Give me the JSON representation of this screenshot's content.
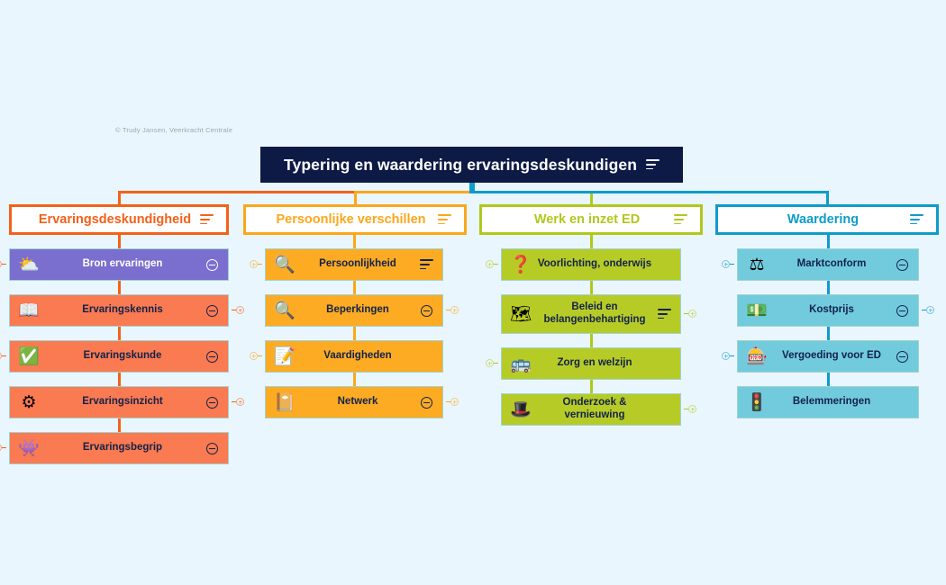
{
  "credit": "© Trudy Jansen, Veerkracht Centrale",
  "title": {
    "text": "Typering en waardering ervaringsdeskundigen",
    "icon": "lines-icon",
    "bg": "#0d1a46",
    "color": "#ffffff"
  },
  "colors": {
    "background": "#eaf6fd",
    "col1": "#f4611a",
    "col2": "#fba71b",
    "col3": "#b0c81d",
    "col4": "#0e9cc9",
    "node_salmon": "#fa7a51",
    "node_purple": "#7a6fce",
    "node_amber": "#fcab23",
    "node_olive": "#b7cb27",
    "node_cyan": "#71cbdd",
    "node_border": "#9fd3d2",
    "text_dark": "#12224a"
  },
  "columns": [
    {
      "id": "ervaringsdeskundigheid",
      "header": {
        "label": "Ervaringsdeskundigheid",
        "icon": "lines-icon"
      },
      "accent": "#f4611a",
      "nodes": [
        {
          "label": "Bron ervaringen",
          "icon": "weather-sun-cloud-icon",
          "glyph": "⛅",
          "fill": "#7a6fce",
          "text": "light",
          "end_icon": "collapse-minus-icon",
          "handle_left": true,
          "handle_right": false
        },
        {
          "label": "Ervaringskennis",
          "icon": "open-book-icon",
          "glyph": "📖",
          "fill": "#fa7a51",
          "text": "dark",
          "end_icon": "collapse-minus-icon",
          "handle_left": false,
          "handle_right": true
        },
        {
          "label": "Ervaringskunde",
          "icon": "green-check-badge-icon",
          "glyph": "✅",
          "fill": "#fa7a51",
          "text": "dark",
          "end_icon": "collapse-minus-icon",
          "handle_left": true,
          "handle_right": false
        },
        {
          "label": "Ervaringsinzicht",
          "icon": "gears-icon",
          "glyph": "⚙",
          "fill": "#fa7a51",
          "text": "dark",
          "end_icon": "collapse-minus-icon",
          "handle_left": false,
          "handle_right": true
        },
        {
          "label": "Ervaringsbegrip",
          "icon": "pacman-ghost-icon",
          "glyph": "👾",
          "fill": "#fa7a51",
          "text": "dark",
          "end_icon": "collapse-minus-icon",
          "handle_left": true,
          "handle_right": false
        }
      ]
    },
    {
      "id": "persoonlijke-verschillen",
      "header": {
        "label": "Persoonlijke verschillen",
        "icon": "lines-icon"
      },
      "accent": "#fba71b",
      "nodes": [
        {
          "label": "Persoonlijkheid",
          "icon": "fingerprint-icon",
          "glyph": "🔍",
          "fill": "#fcab23",
          "text": "dark",
          "end_icon": "lines-icon",
          "handle_left": true,
          "handle_right": false
        },
        {
          "label": "Beperkingen",
          "icon": "fingerprint-icon",
          "glyph": "🔍",
          "fill": "#fcab23",
          "text": "dark",
          "end_icon": "collapse-minus-icon",
          "handle_left": false,
          "handle_right": true
        },
        {
          "label": "Vaardigheden",
          "icon": "notepad-pencil-icon",
          "glyph": "📝",
          "fill": "#fcab23",
          "text": "dark",
          "end_icon": "none",
          "handle_left": true,
          "handle_right": false
        },
        {
          "label": "Netwerk",
          "icon": "address-book-icon",
          "glyph": "📔",
          "fill": "#fcab23",
          "text": "dark",
          "end_icon": "collapse-minus-icon",
          "handle_left": false,
          "handle_right": true
        }
      ]
    },
    {
      "id": "werk-en-inzet-ed",
      "header": {
        "label": "Werk en inzet ED",
        "icon": "lines-icon"
      },
      "accent": "#b0c81d",
      "nodes": [
        {
          "label": "Voorlichting, onderwijs",
          "icon": "question-bubble-icon",
          "glyph": "❓",
          "fill": "#b7cb27",
          "text": "dark",
          "end_icon": "none",
          "handle_left": true,
          "handle_right": false
        },
        {
          "label": "Beleid en belangenbehartiging",
          "icon": "map-icon",
          "glyph": "🗺",
          "fill": "#b7cb27",
          "text": "dark",
          "end_icon": "lines-icon",
          "handle_left": false,
          "handle_right": true,
          "two_line": true
        },
        {
          "label": "Zorg en welzijn",
          "icon": "bus-icon",
          "glyph": "🚌",
          "fill": "#b7cb27",
          "text": "dark",
          "end_icon": "none",
          "handle_left": true,
          "handle_right": false
        },
        {
          "label": "Onderzoek & vernieuwing",
          "icon": "magic-hat-icon",
          "glyph": "🎩",
          "fill": "#b7cb27",
          "text": "dark",
          "end_icon": "none",
          "handle_left": false,
          "handle_right": true
        }
      ]
    },
    {
      "id": "waardering",
      "header": {
        "label": "Waardering",
        "icon": "lines-icon"
      },
      "accent": "#0e9cc9",
      "nodes": [
        {
          "label": "Marktconform",
          "icon": "balance-scale-icon",
          "glyph": "⚖",
          "fill": "#71cbdd",
          "text": "dark",
          "end_icon": "collapse-minus-icon",
          "handle_left": true,
          "handle_right": false
        },
        {
          "label": "Kostprijs",
          "icon": "banknote-icon",
          "glyph": "💵",
          "fill": "#71cbdd",
          "text": "dark",
          "end_icon": "collapse-minus-icon",
          "handle_left": false,
          "handle_right": true
        },
        {
          "label": "Vergoeding voor ED",
          "icon": "coins-gears-icon",
          "glyph": "🎰",
          "fill": "#71cbdd",
          "text": "dark",
          "end_icon": "collapse-minus-icon",
          "handle_left": true,
          "handle_right": false
        },
        {
          "label": "Belemmeringen",
          "icon": "traffic-light-icon",
          "glyph": "🚦",
          "fill": "#71cbdd",
          "text": "dark",
          "end_icon": "none",
          "handle_left": false,
          "handle_right": false
        }
      ]
    }
  ]
}
